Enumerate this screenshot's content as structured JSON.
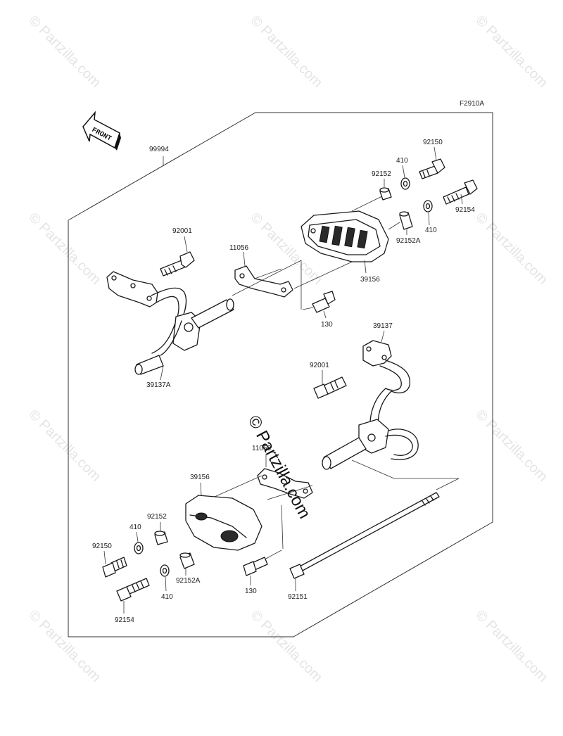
{
  "diagram_code": "F2910A",
  "front_label": "FRONT",
  "watermark": "© Partzilla.com",
  "watermark_center": "© Partzilla.com",
  "labels": {
    "kit": "99994",
    "bolt_upper_left": "92001",
    "bracket_upper": "11056",
    "bolt_small_upper": "130",
    "slider_upper": "39156",
    "collar_upper": "92152",
    "washer_upper_a": "410",
    "bolt_upper_a": "92150",
    "bolt_upper_b": "92154",
    "washer_upper_b": "410",
    "collar_upper_b": "92152A",
    "frame_left": "39137A",
    "frame_right": "39137",
    "bolt_right": "92001",
    "bracket_lower": "11056",
    "slider_lower": "39156",
    "collar_lower": "92152",
    "washer_lower_a": "410",
    "bolt_lower_a": "92150",
    "collar_lower_b": "92152A",
    "washer_lower_b": "410",
    "bolt_lower_b": "92154",
    "bolt_small_lower": "130",
    "long_bolt": "92151"
  }
}
